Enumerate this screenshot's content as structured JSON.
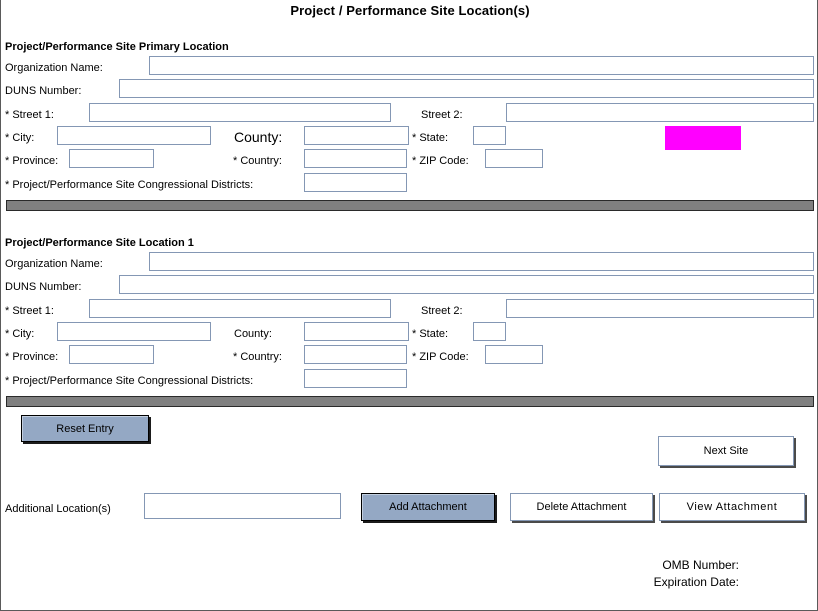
{
  "page": {
    "title": "Project / Performance Site Location(s)"
  },
  "sections": [
    {
      "heading": "Project/Performance Site Primary Location",
      "fields": {
        "organization_name_label": "Organization Name:",
        "organization_name_value": "",
        "duns_number_label": "DUNS Number:",
        "duns_number_value": "",
        "street1_label": "* Street 1:",
        "street1_value": "",
        "street2_label": "Street 2:",
        "street2_value": "",
        "city_label": "* City:",
        "city_value": "",
        "county_label": "County:",
        "county_value": "",
        "state_label": "* State:",
        "state_value": "",
        "province_label": "* Province:",
        "province_value": "",
        "country_label": "* Country:",
        "country_value": "",
        "zip_label": "* ZIP Code:",
        "zip_value": "",
        "districts_label": "* Project/Performance Site Congressional Districts:",
        "districts_value": ""
      }
    },
    {
      "heading": "Project/Performance Site Location 1",
      "fields": {
        "organization_name_label": "Organization Name:",
        "organization_name_value": "",
        "duns_number_label": "DUNS Number:",
        "duns_number_value": "",
        "street1_label": "* Street 1:",
        "street1_value": "",
        "street2_label": "Street 2:",
        "street2_value": "",
        "city_label": "* City:",
        "city_value": "",
        "county_label": "County:",
        "county_value": "",
        "state_label": "* State:",
        "state_value": "",
        "province_label": "* Province:",
        "province_value": "",
        "country_label": "* Country:",
        "country_value": "",
        "zip_label": "* ZIP Code:",
        "zip_value": "",
        "districts_label": "* Project/Performance Site Congressional Districts:",
        "districts_value": ""
      }
    }
  ],
  "buttons": {
    "reset_entry": "Reset Entry",
    "next_site": "Next Site",
    "add_attachment": "Add Attachment",
    "delete_attachment": "Delete Attachment",
    "view_attachment": "View  Attachment"
  },
  "additional": {
    "label": "Additional Location(s)",
    "value": ""
  },
  "footer": {
    "omb_number": "OMB Number:",
    "expiration_date": "Expiration Date:"
  },
  "colors": {
    "button_blue": "#94a8c4",
    "field_border": "#8497b4",
    "separator_bar": "#808080",
    "highlight_block": "#ff00ff"
  }
}
